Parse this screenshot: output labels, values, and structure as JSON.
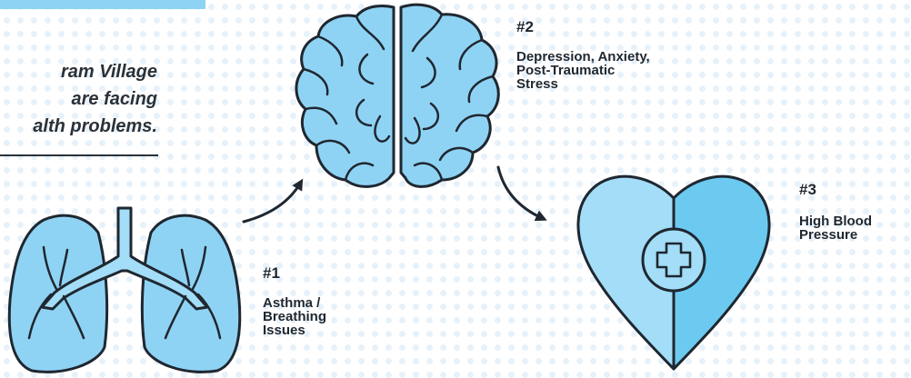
{
  "intro": {
    "lines": [
      "ram Village",
      "are facing",
      "alth problems."
    ]
  },
  "items": [
    {
      "number": "#1",
      "lines": [
        "Asthma /",
        "Breathing",
        "Issues"
      ],
      "icon": "lungs-icon"
    },
    {
      "number": "#2",
      "lines": [
        "Depression, Anxiety,",
        "Post-Traumatic",
        "Stress"
      ],
      "icon": "brain-icon"
    },
    {
      "number": "#3",
      "lines": [
        "High Blood",
        "Pressure"
      ],
      "icon": "heart-icon"
    }
  ],
  "colors": {
    "accent_light": "#8fd3f4",
    "accent": "#6ccaf1",
    "outline": "#1f2730",
    "dots": "#e6f1fa"
  }
}
